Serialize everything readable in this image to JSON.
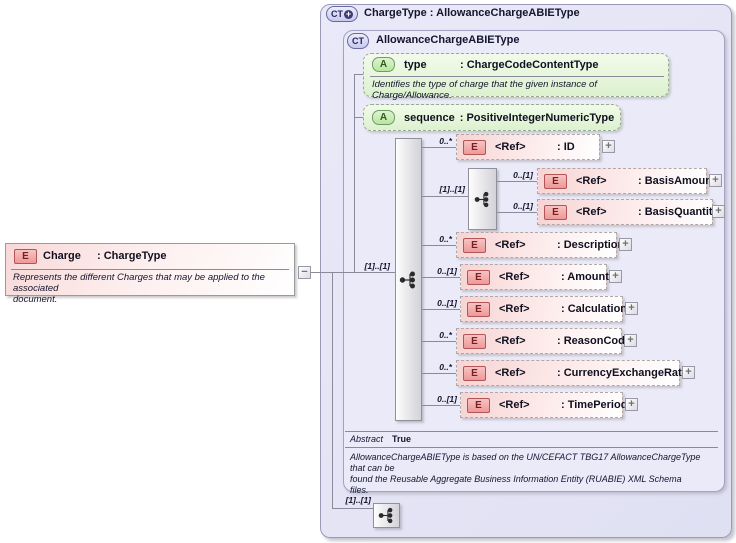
{
  "badges": {
    "element": "E",
    "attribute": "A",
    "complex_type": "CT"
  },
  "icons": {
    "expand": "+",
    "collapse": "−",
    "extension": "+"
  },
  "charge": {
    "name": "Charge",
    "type": ": ChargeType",
    "annotation": "Represents the different Charges that may be applied to the associated\ndocument."
  },
  "outer": {
    "title": "ChargeType : AllowanceChargeABIEType"
  },
  "inner": {
    "title": "AllowanceChargeABIEType"
  },
  "attributes": [
    {
      "name": "type",
      "type": ": ChargeCodeContentType",
      "annotation": "Identifies the type of charge that the given instance of Charge/Allowance."
    },
    {
      "name": "sequence",
      "type": ": PositiveIntegerNumericType"
    }
  ],
  "content": {
    "root_occurs": "[1]..[1]",
    "group_occurs": "[1]..[1]",
    "elements": [
      {
        "occurs": "0..*",
        "ref": "<Ref>",
        "name": ": ID"
      },
      {
        "occurs": "0..[1]",
        "ref": "<Ref>",
        "name": ": BasisAmount"
      },
      {
        "occurs": "0..[1]",
        "ref": "<Ref>",
        "name": ": BasisQuantity"
      },
      {
        "occurs": "0..*",
        "ref": "<Ref>",
        "name": ": Description"
      },
      {
        "occurs": "0..[1]",
        "ref": "<Ref>",
        "name": ": Amount"
      },
      {
        "occurs": "0..[1]",
        "ref": "<Ref>",
        "name": ": Calculation"
      },
      {
        "occurs": "0..*",
        "ref": "<Ref>",
        "name": ": ReasonCode"
      },
      {
        "occurs": "0..*",
        "ref": "<Ref>",
        "name": ": CurrencyExchangeRate"
      },
      {
        "occurs": "0..[1]",
        "ref": "<Ref>",
        "name": ": TimePeriod"
      }
    ]
  },
  "abstract": {
    "label": "Abstract",
    "value": "True"
  },
  "note": "AllowanceChargeABIEType is based on the UN/CEFACT TBG17 AllowanceChargeType\nthat can be\nfound the Reusable Aggregate Business Information Entity (RUABIE) XML Schema\nfiles.",
  "footer": {
    "occurs": "[1]..[1]"
  }
}
